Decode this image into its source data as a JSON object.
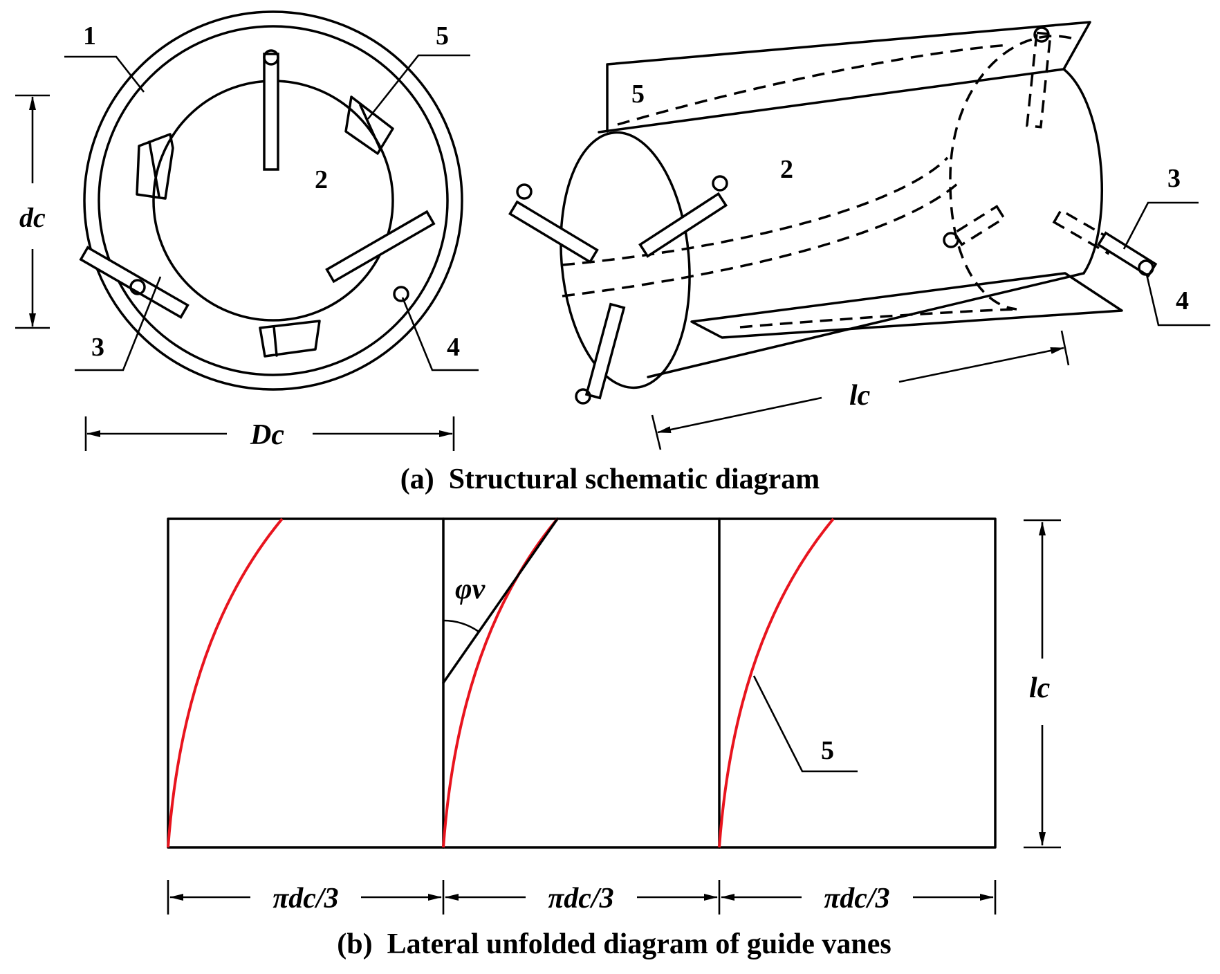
{
  "labels": {
    "part_1": "1",
    "part_2": "2",
    "part_3": "3",
    "part_4": "4",
    "part_5": "5"
  },
  "dims": {
    "inner_diameter": "dc",
    "outer_diameter": "Dc",
    "length": "lc",
    "segment_width": "πdc/3",
    "vane_angle": "φv"
  },
  "captions": {
    "a": "(a)  Structural schematic diagram",
    "b": "(b)  Lateral unfolded diagram of guide vanes"
  },
  "colors": {
    "line": "#000000",
    "vane_curve": "#e8141e"
  }
}
